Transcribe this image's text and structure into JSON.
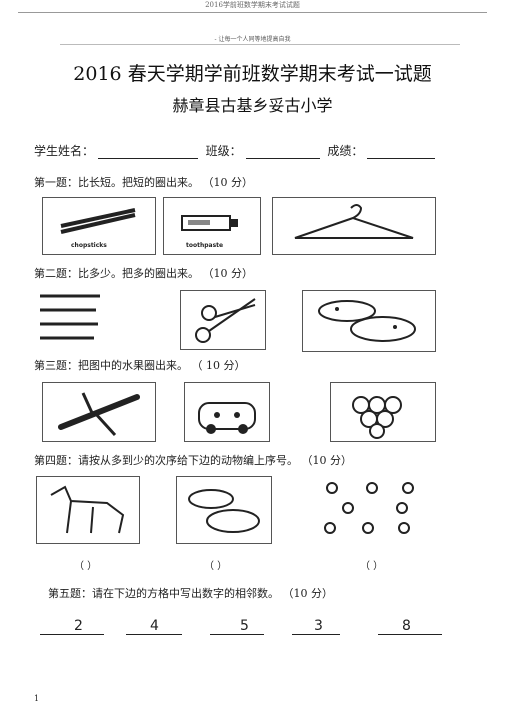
{
  "header": {
    "title": "2016学前班数学期末考试试题",
    "motto": "- 让每一个人同等地提高自我"
  },
  "doc": {
    "title": "2016 春天学期学前班数学期末考试一试题",
    "school": "赫章县古基乡妥古小学",
    "info": {
      "name": "学生姓名：",
      "class": "班级：",
      "score": "成绩："
    }
  },
  "questions": {
    "q1": "第一题：比长短。把短的圈出来。 （10 分）",
    "q2": "第二题：比多少。把多的圈出来。 （10 分）",
    "q3": "第三题：把图中的水果圈出来。 （ 10 分）",
    "q4": "第四题：请按从多到少的次序给下边的动物编上序号。 （10 分）",
    "q5": "第五题：请在下边的方格中写出数字的相邻数。 （10 分）"
  },
  "labels": {
    "chopsticks": "chopsticks",
    "toothpaste": "toothpaste"
  },
  "parens": [
    "（ ）",
    "（ ）",
    "（ ）"
  ],
  "numbers": [
    "2",
    "4",
    "5",
    "3",
    "8"
  ],
  "page": "1"
}
